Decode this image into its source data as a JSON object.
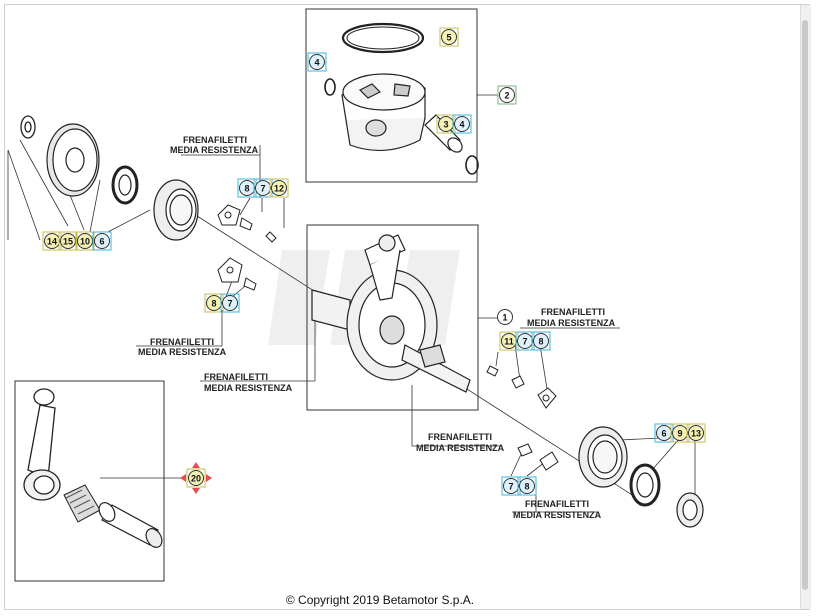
{
  "colors": {
    "yellow": "#f4f1b4",
    "yellow_stroke": "#c7bd4a",
    "blue": "#dff2fb",
    "blue_stroke": "#3fb3d9",
    "green_stroke": "#7fb27f",
    "red": "#e84c4c"
  },
  "callouts": {
    "c5": "5",
    "c4a": "4",
    "c3": "3",
    "c4b": "4",
    "c2": "2",
    "c8a": "8",
    "c7a": "7",
    "c12": "12",
    "c14": "14",
    "c15": "15",
    "c10": "10",
    "c6a": "6",
    "c8b": "8",
    "c7b": "7",
    "c1": "1",
    "c11": "11",
    "c7c": "7",
    "c8c": "8",
    "c6b": "6",
    "c9": "9",
    "c13": "13",
    "c7d": "7",
    "c8d": "8",
    "c20": "20"
  },
  "notes": {
    "n1": {
      "line1": "FRENAFILETTI",
      "line2": "MEDIA RESISTENZA"
    },
    "n2": {
      "line1": "FRENAFILETTI",
      "line2": "MEDIA RESISTENZA"
    },
    "n3": {
      "line1": "FRENAFILETTI",
      "line2": "MEDIA RESISTENZA"
    },
    "n4": {
      "line1": "FRENAFILETTI",
      "line2": "MEDIA RESISTENZA"
    },
    "n5": {
      "line1": "FRENAFILETTI",
      "line2": "MEDIA RESISTENZA"
    },
    "n6": {
      "line1": "FRENAFILETTI",
      "line2": "MEDIA RESISTENZA"
    }
  },
  "copyright": "© Copyright 2019 Betamotor S.p.A."
}
